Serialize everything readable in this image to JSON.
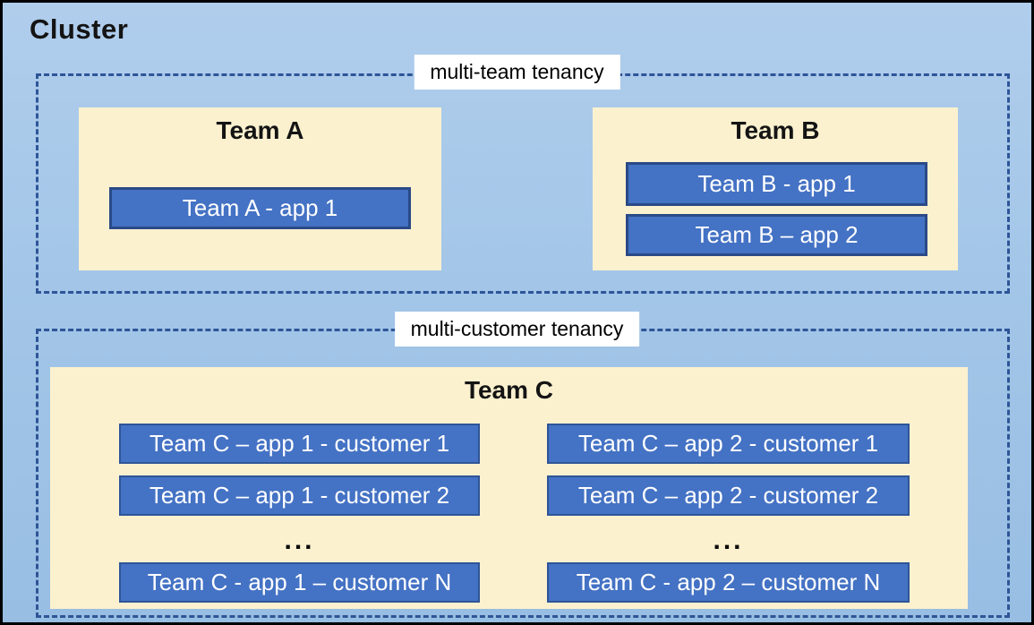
{
  "diagram": {
    "title": "Cluster",
    "sections": [
      {
        "label": "multi-team tenancy",
        "teams": [
          {
            "name": "Team A",
            "apps": [
              "Team A - app 1"
            ]
          },
          {
            "name": "Team B",
            "apps": [
              "Team B - app 1",
              "Team B – app 2"
            ]
          }
        ]
      },
      {
        "label": "multi-customer tenancy",
        "teams": [
          {
            "name": "Team C",
            "columns": [
              {
                "apps": [
                  "Team C – app 1 - customer 1",
                  "Team C – app 1 - customer 2",
                  "...",
                  "Team C - app 1 – customer N"
                ]
              },
              {
                "apps": [
                  "Team C – app 2 - customer 1",
                  "Team C – app 2 - customer 2",
                  "...",
                  "Team C - app 2 – customer N"
                ]
              }
            ]
          }
        ]
      }
    ],
    "colors": {
      "cluster_background": "#a3c6e8",
      "cluster_border": "#000000",
      "dashed_border": "#2e5597",
      "team_background": "#fcf1cf",
      "app_fill": "#4472c4",
      "app_border": "#2a4a87",
      "app_text": "#ffffff",
      "label_background": "#ffffff"
    }
  }
}
